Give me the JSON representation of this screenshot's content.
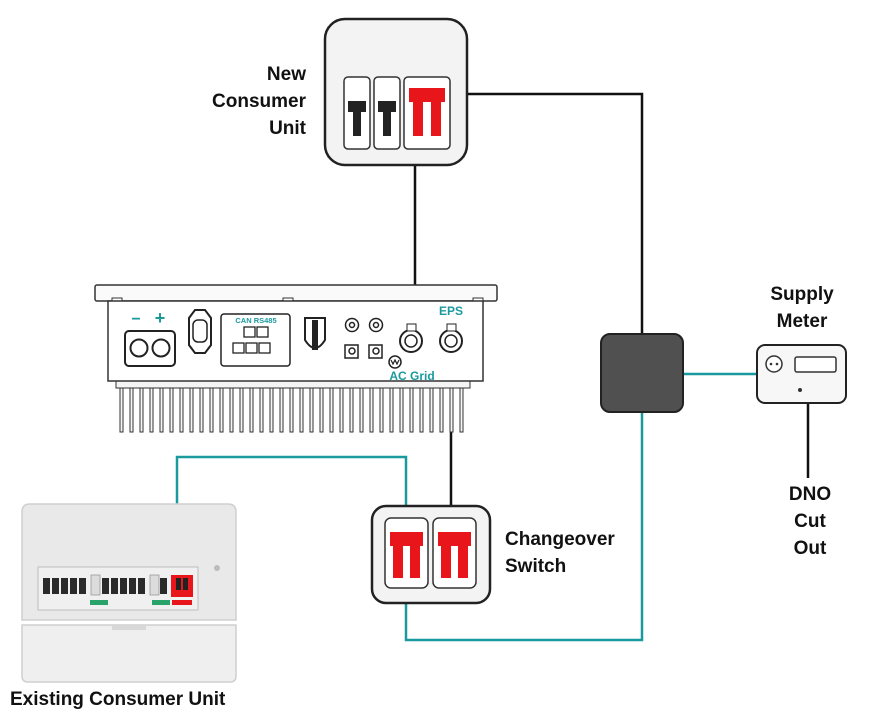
{
  "labels": {
    "new_consumer_unit": [
      "New",
      "Consumer",
      "Unit"
    ],
    "supply_meter": [
      "Supply",
      "Meter"
    ],
    "dno_cut_out": [
      "DNO",
      "Cut",
      "Out"
    ],
    "changeover_switch": [
      "Changeover",
      "Switch"
    ],
    "existing_consumer_unit": "Existing Consumer Unit"
  },
  "inverter": {
    "port_label_can": "CAN  RS485",
    "minus": "−",
    "plus": "+",
    "ac_grid": "AC Grid",
    "eps": "EPS"
  },
  "colors": {
    "live_wire": "#111111",
    "grid_wire": "#1a9a9e",
    "breaker_red": "#e8151b",
    "isolator_dark": "#505050",
    "accent_teal": "#1a9a9e"
  }
}
